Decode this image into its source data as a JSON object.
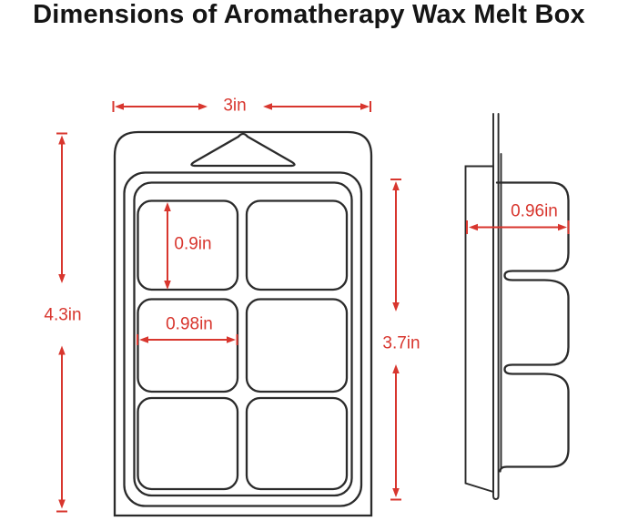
{
  "title": "Dimensions of Aromatherapy Wax Melt Box",
  "colors": {
    "outline": "#2b2b2b",
    "dimension": "#d8362e",
    "background": "#ffffff",
    "title": "#151515"
  },
  "front_view": {
    "cavity_rows": 3,
    "cavity_columns": 2,
    "cavity_count": 6,
    "dimensions": {
      "overall_width": {
        "label": "3in"
      },
      "overall_height": {
        "label": "4.3in"
      },
      "tray_height": {
        "label": "3.7in"
      },
      "cavity_height": {
        "label": "0.9in"
      },
      "cavity_width": {
        "label": "0.98in"
      }
    }
  },
  "side_view": {
    "dimensions": {
      "depth": {
        "label": "0.96in"
      }
    }
  }
}
